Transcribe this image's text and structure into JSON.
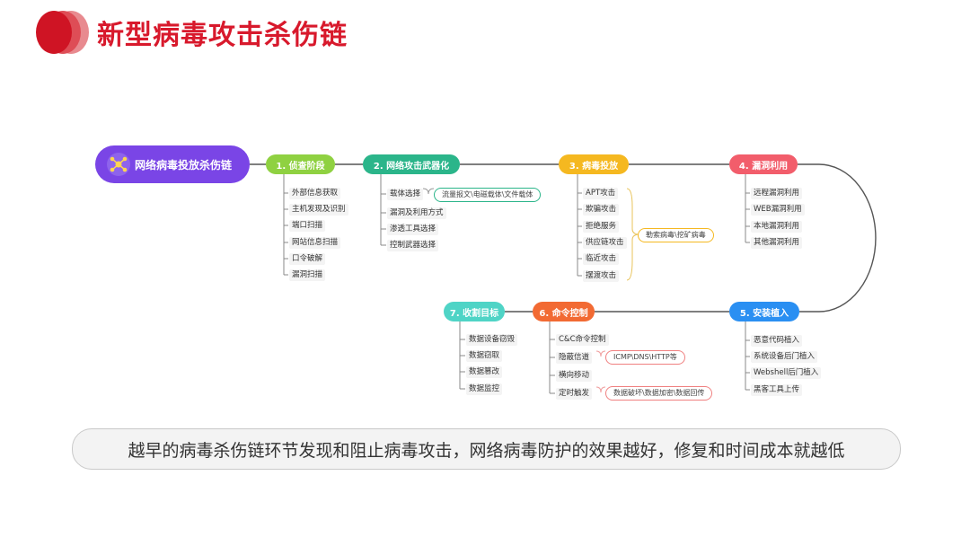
{
  "title": "新型病毒攻击杀伤链",
  "root": "网络病毒投放杀伤链",
  "stages": [
    {
      "label": "1. 侦查阶段",
      "color": "#8fd141",
      "items": [
        "外部信息获取",
        "主机发现及识别",
        "端口扫描",
        "网站信息扫描",
        "口令破解",
        "漏洞扫描"
      ]
    },
    {
      "label": "2. 网络攻击武器化",
      "color": "#2bb58a",
      "items": [
        "载体选择",
        "漏洞及利用方式",
        "渗透工具选择",
        "控制武器选择"
      ],
      "note": "流量报文\\电磁载体\\文件载体"
    },
    {
      "label": "3. 病毒投放",
      "color": "#f5b820",
      "items": [
        "APT攻击",
        "欺骗攻击",
        "拒绝服务",
        "供应链攻击",
        "临近攻击",
        "摆渡攻击"
      ],
      "note": "勒索病毒\\挖矿病毒"
    },
    {
      "label": "4. 漏洞利用",
      "color": "#f25d6b",
      "items": [
        "远程漏洞利用",
        "WEB漏洞利用",
        "本地漏洞利用",
        "其他漏洞利用"
      ]
    },
    {
      "label": "5. 安装植入",
      "color": "#2a8ff2",
      "items": [
        "恶意代码植入",
        "系统设备后门植入",
        "Webshell后门植入",
        "黑客工具上传"
      ]
    },
    {
      "label": "6. 命令控制",
      "color": "#f26a33",
      "items": [
        "C&C命令控制",
        "隐蔽信道",
        "横向移动",
        "定时触发"
      ],
      "notes": [
        "ICMP\\DNS\\HTTP等",
        "数据破坏\\数据加密\\数据回传"
      ]
    },
    {
      "label": "7. 收割目标",
      "color": "#4fd4c6",
      "items": [
        "数据设备窃毁",
        "数据窃取",
        "数据篡改",
        "数据监控"
      ]
    }
  ],
  "summary": "越早的病毒杀伤链环节发现和阻止病毒攻击，网络病毒防护的效果越好，修复和时间成本就越低"
}
